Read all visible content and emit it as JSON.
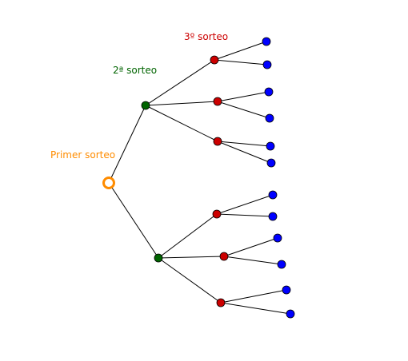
{
  "labels": {
    "level1": "Primer sorteo",
    "level2": "2ª sorteo",
    "level3": "3º sorteo"
  },
  "colors": {
    "level1": "#ff8c00",
    "level2": "#006400",
    "level3": "#cc0000",
    "leaf": "#0000ff",
    "edge": "#000000"
  },
  "tree": {
    "branches": 2,
    "children_per_second": 3,
    "leaves_per_third": 2
  }
}
